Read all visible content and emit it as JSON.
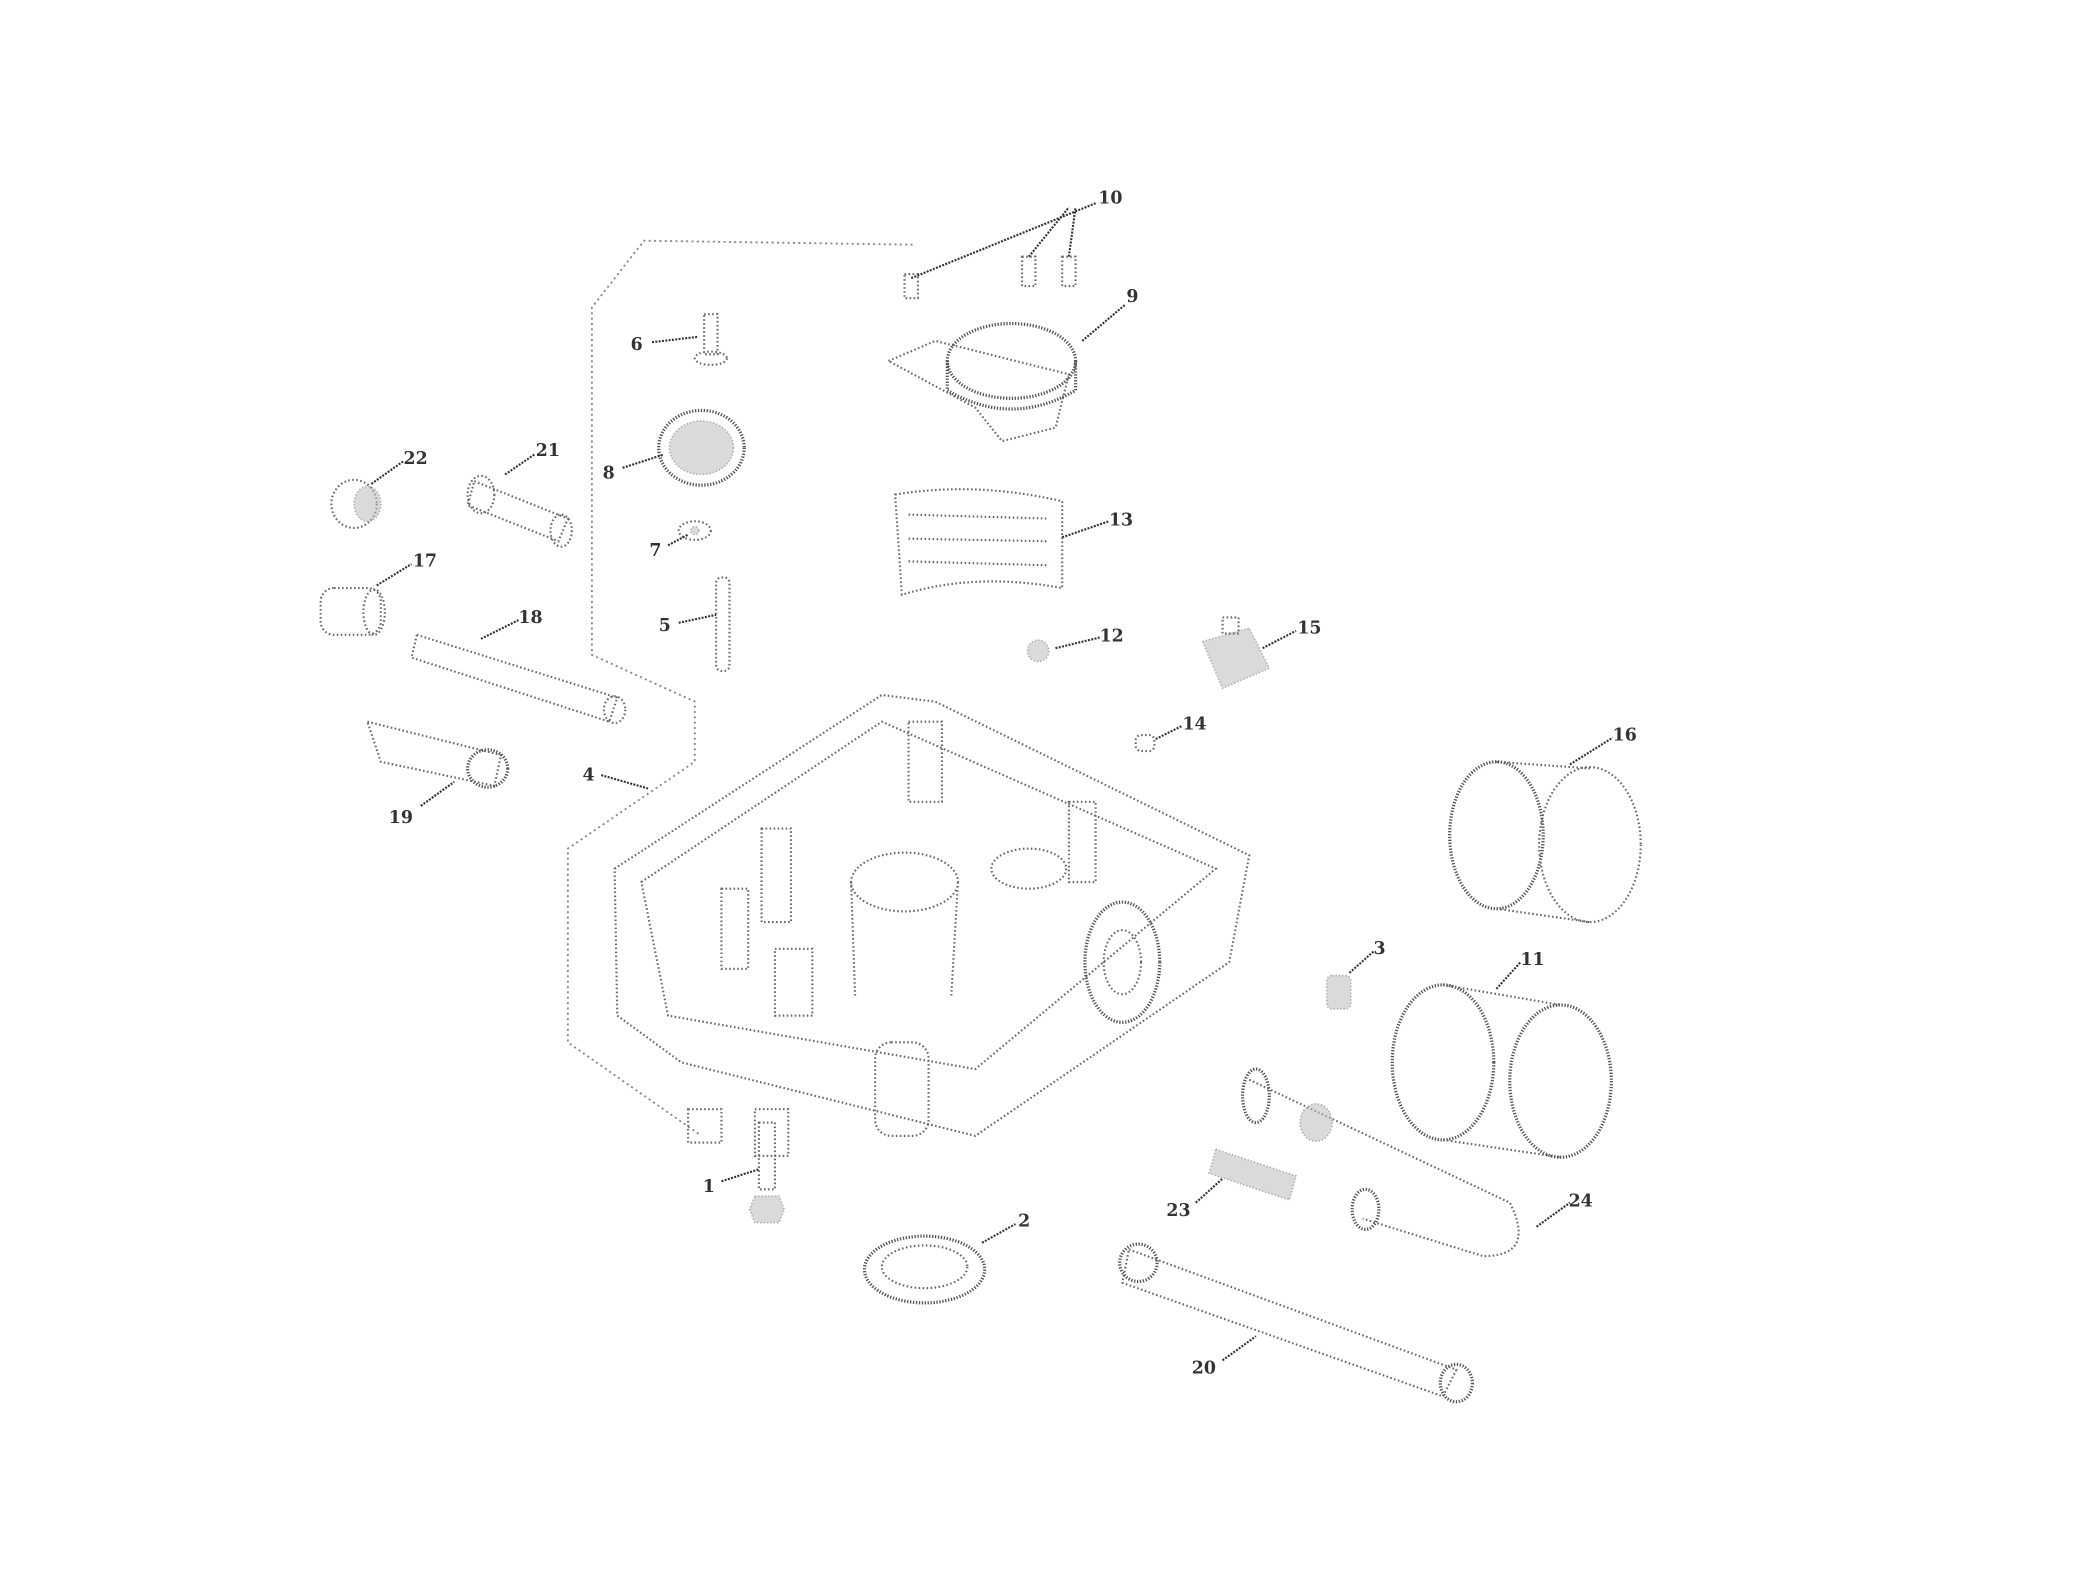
{
  "diagram": {
    "type": "exploded-parts-diagram",
    "callouts": {
      "p1": "1",
      "p2": "2",
      "p3": "3",
      "p4": "4",
      "p5": "5",
      "p6": "6",
      "p7": "7",
      "p8": "8",
      "p9": "9",
      "p10": "10",
      "p11": "11",
      "p12": "12",
      "p13": "13",
      "p14": "14",
      "p15": "15",
      "p16": "16",
      "p17": "17",
      "p18": "18",
      "p19": "19",
      "p20": "20",
      "p21": "21",
      "p22": "22",
      "p23": "23",
      "p24": "24"
    }
  }
}
